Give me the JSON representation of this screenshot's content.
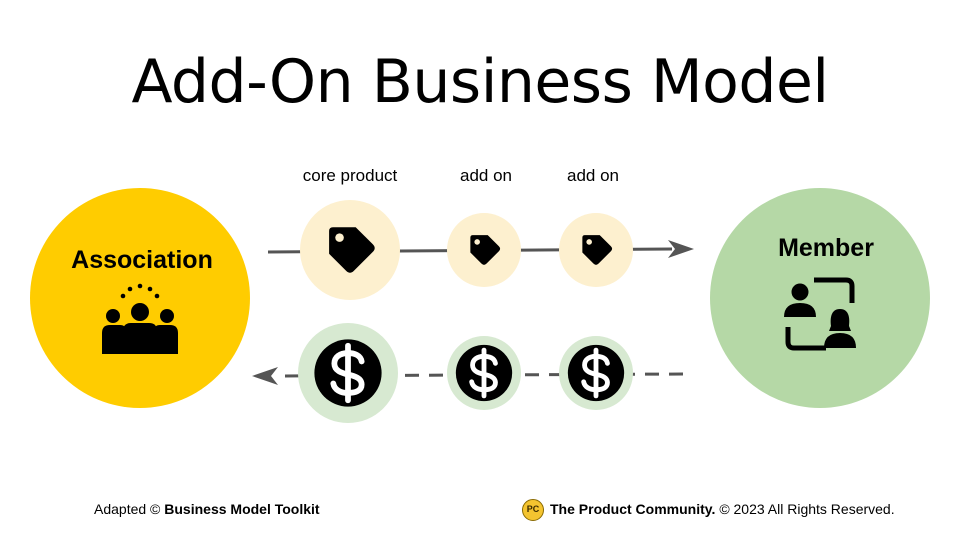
{
  "title": "Add-On Business Model",
  "labels": {
    "core": "core product",
    "addon1": "add on",
    "addon2": "add on"
  },
  "entities": {
    "left": {
      "name": "Association",
      "icon": "group-people-icon",
      "color": "#FFCC00"
    },
    "right": {
      "name": "Member",
      "icon": "member-exchange-icon",
      "color": "#B5D8A6"
    }
  },
  "flows": {
    "products": {
      "icon": "price-tag-icon",
      "circle_color": "#FDF0CF",
      "direction": "left-to-right"
    },
    "payments": {
      "icon": "dollar-coin-icon",
      "circle_color": "#D7E9D1",
      "direction": "right-to-left"
    }
  },
  "footer": {
    "left_prefix": "Adapted ©",
    "left_bold": "Business Model Toolkit",
    "logo_text": "PC",
    "right_bold": "The Product Community.",
    "right_rest": "© 2023 All Rights Reserved."
  }
}
